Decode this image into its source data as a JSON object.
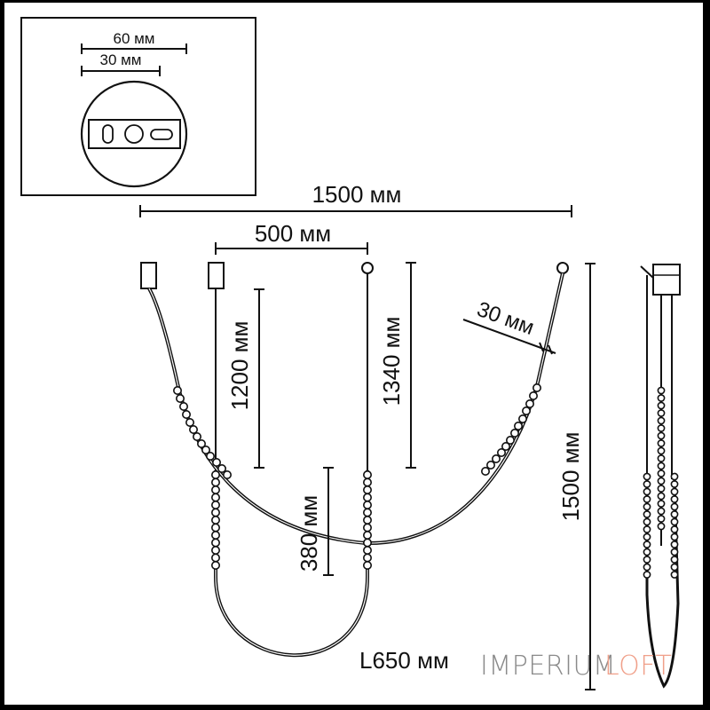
{
  "colors": {
    "line": "#111111",
    "watermark_main": "#8a8a8a",
    "watermark_accent": "#f0a08a",
    "background": "#ffffff"
  },
  "canopy": {
    "outer_width": "60 мм",
    "inner_width": "30 мм"
  },
  "dimensions": {
    "total_width": "1500 мм",
    "offset_width": "500 мм",
    "drop_a": "1200 мм",
    "drop_b": "1340 мм",
    "tube_diameter": "30 мм",
    "beaded_length": "380 мм",
    "total_height": "1500 мм",
    "loop_length": "L650 мм"
  },
  "watermark": {
    "main": "IMPERIUM",
    "accent": "LOFT"
  }
}
